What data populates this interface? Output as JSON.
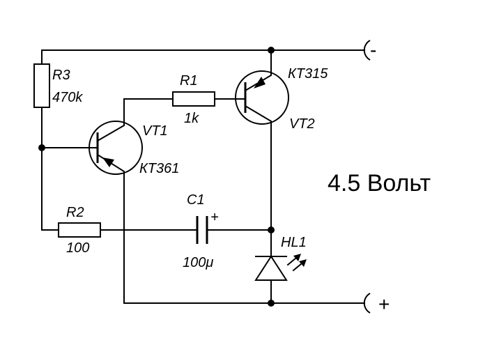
{
  "components": {
    "r3": {
      "name": "R3",
      "value": "470k"
    },
    "r1": {
      "name": "R1",
      "value": "1k"
    },
    "r2": {
      "name": "R2",
      "value": "100"
    },
    "c1": {
      "name": "C1",
      "value": "100μ",
      "polarity": "+"
    },
    "vt1": {
      "name": "VT1",
      "type": "КТ361"
    },
    "vt2": {
      "name": "VT2",
      "type": "КТ315"
    },
    "hl1": {
      "name": "HL1"
    }
  },
  "supply": {
    "voltage_label": "4.5 Вольт",
    "negative_terminal": "-",
    "positive_terminal": "+"
  },
  "colors": {
    "line": "#000000",
    "background": "#ffffff"
  }
}
